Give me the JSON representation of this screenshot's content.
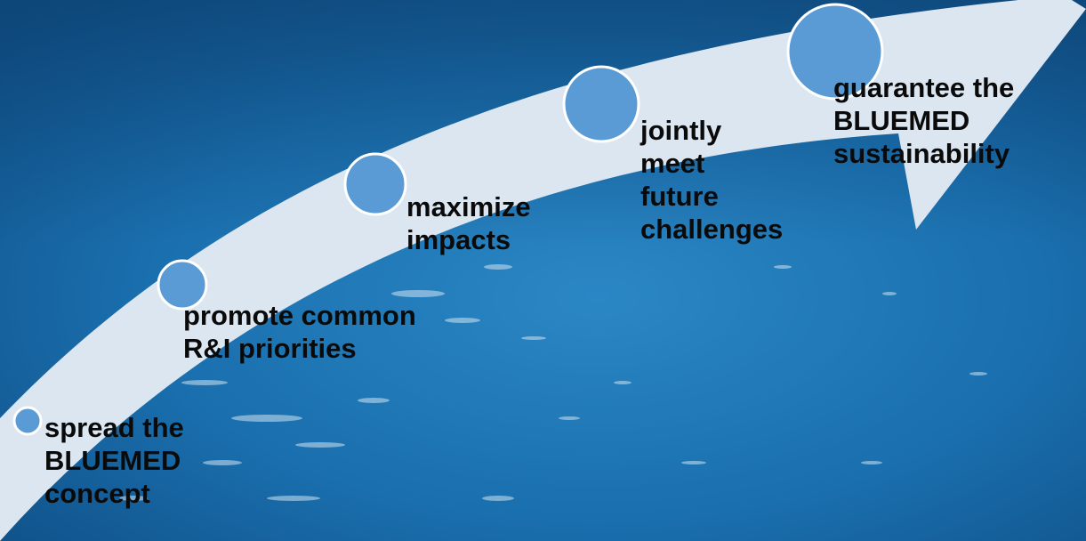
{
  "colors": {
    "ocean_dark": "#0f4f86",
    "ocean_mid": "#1a6fae",
    "ocean_light": "#2b87c4",
    "arrow_fill": "#dce6f1",
    "circle_fill": "#5b9bd5",
    "circle_stroke": "#ffffff",
    "label_text": "#0a0a0a"
  },
  "steps": [
    {
      "label": "spread the\nBLUEMED\nconcept",
      "icon": "circle-marker-icon"
    },
    {
      "label": "promote common\nR&I priorities",
      "icon": "circle-marker-icon"
    },
    {
      "label": "maximize\nimpacts",
      "icon": "circle-marker-icon"
    },
    {
      "label": "jointly\nmeet\nfuture\nchallenges",
      "icon": "circle-marker-icon"
    },
    {
      "label": "guarantee the\nBLUEMED\nsustainability",
      "icon": "circle-marker-icon"
    }
  ]
}
